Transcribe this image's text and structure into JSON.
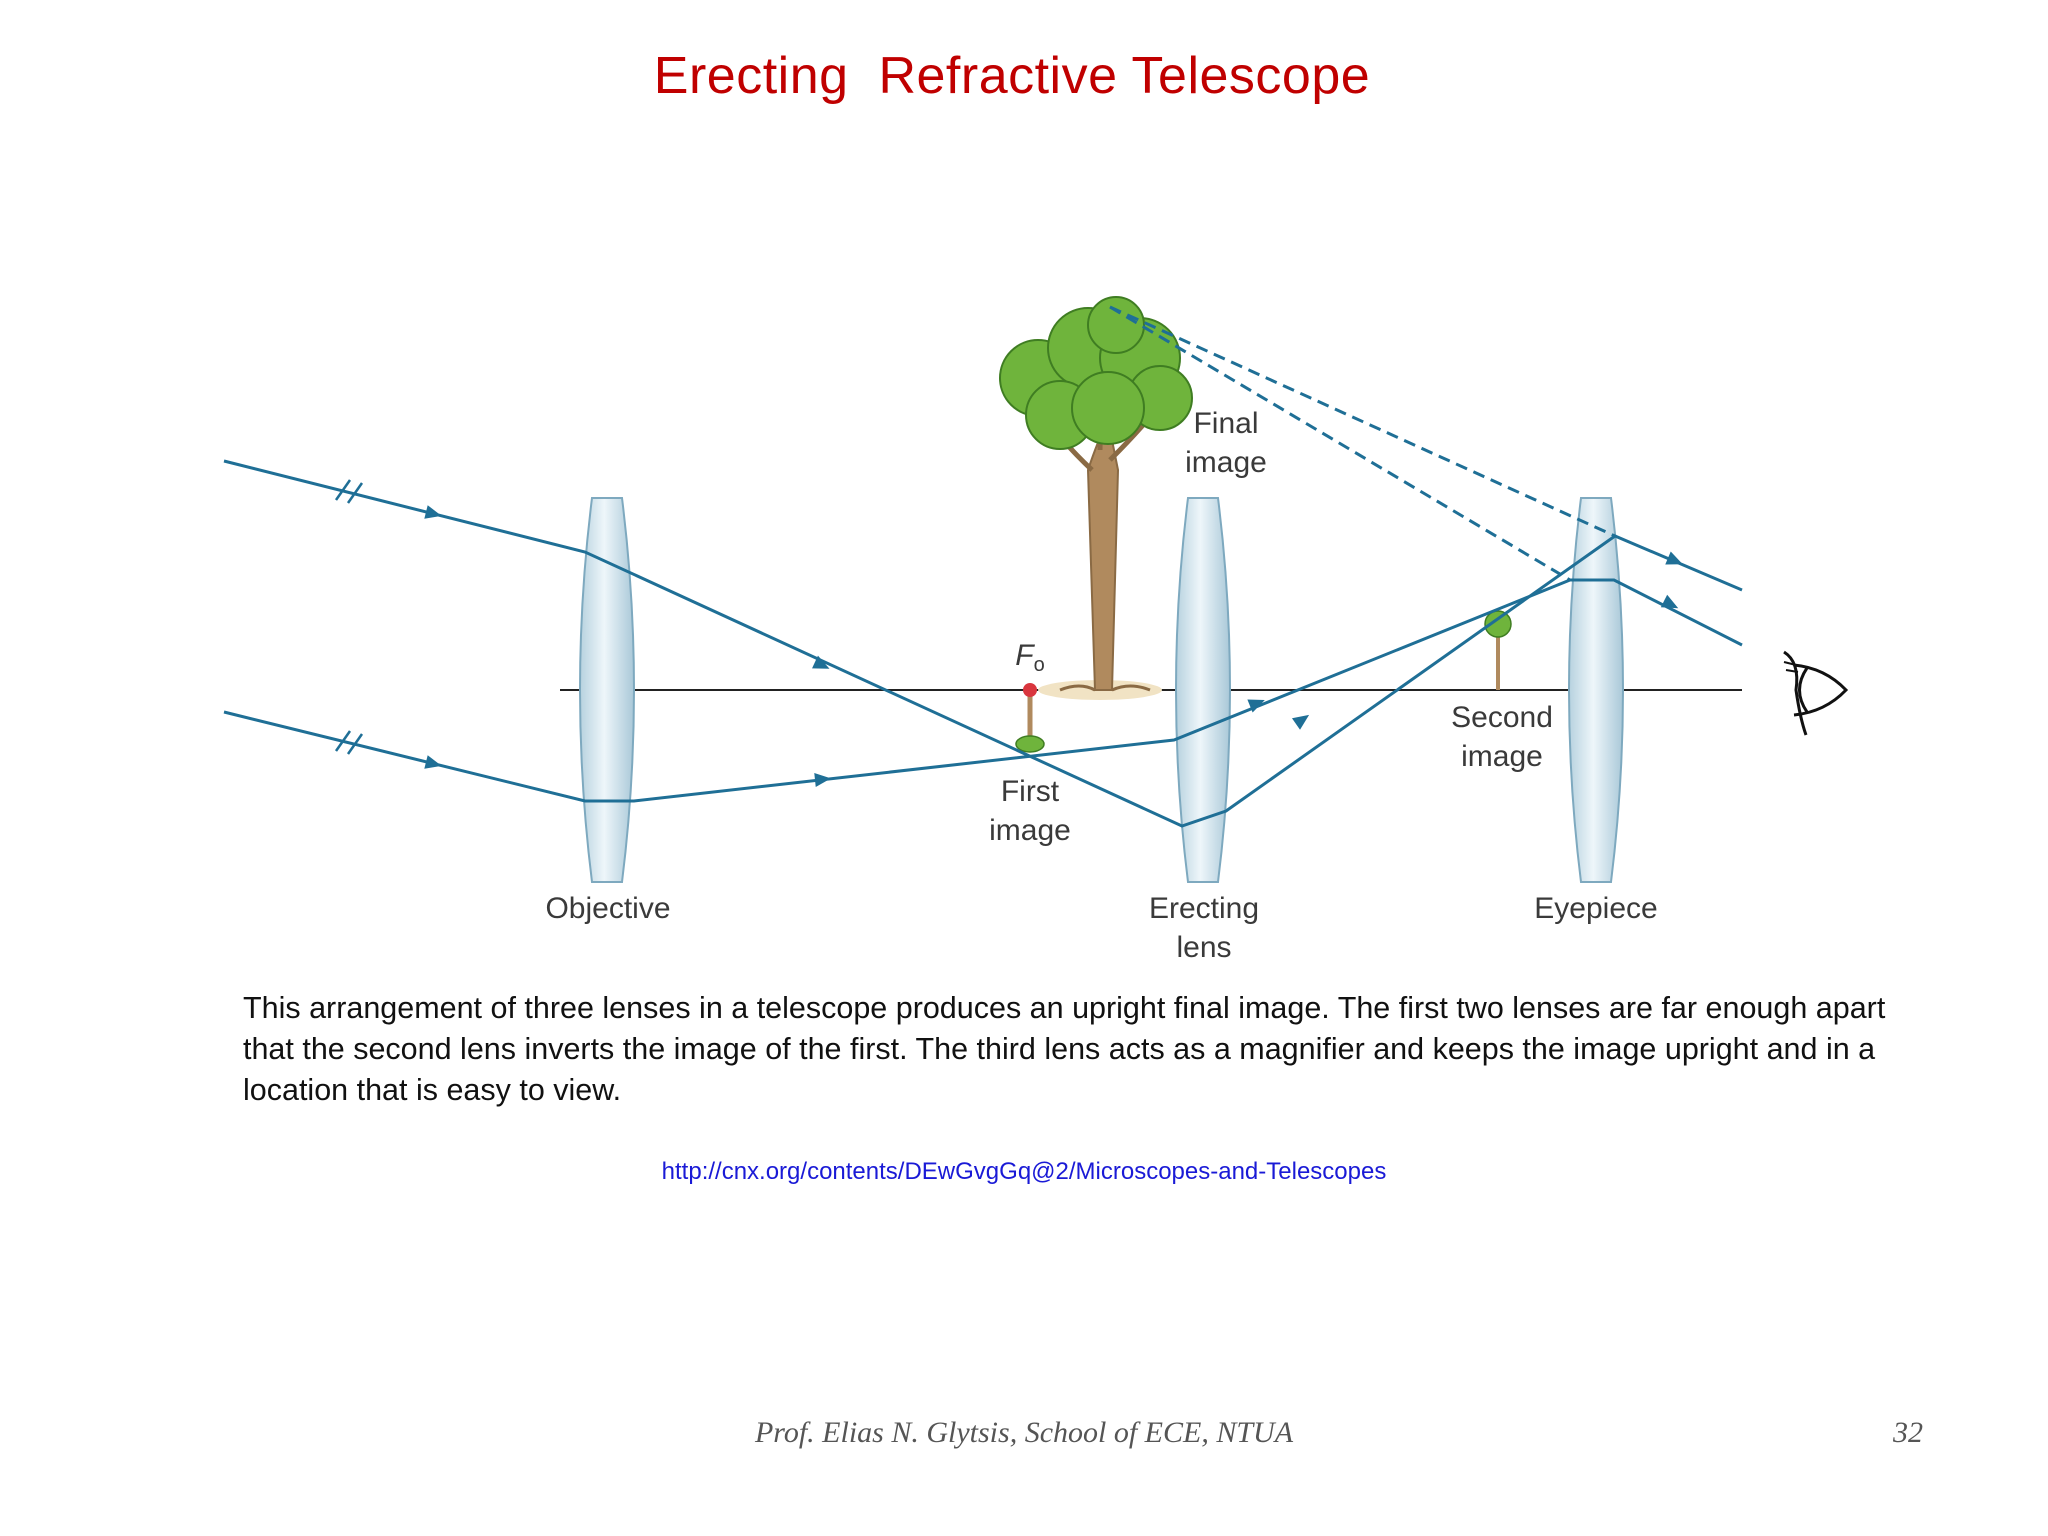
{
  "slide": {
    "title": "Erecting  Refractive Telescope"
  },
  "diagram": {
    "labels": {
      "fo_symbol": "F",
      "fo_subscript": "o",
      "final_image_line1": "Final",
      "final_image_line2": "image",
      "first_image_line1": "First",
      "first_image_line2": "image",
      "second_image_line1": "Second",
      "second_image_line2": "image",
      "objective": "Objective",
      "erecting_line1": "Erecting",
      "erecting_line2": "lens",
      "eyepiece": "Eyepiece"
    },
    "colors": {
      "ray": "#1f6f96",
      "lens_fill": "#c6dbe6",
      "lens_edge": "#7ea9bf",
      "focal_point": "#d9363e",
      "foliage": "#6fb43c",
      "trunk": "#b08a5e"
    }
  },
  "caption": "This arrangement of three lenses in a telescope produces an upright final image. The first two lenses are far enough apart that the second lens inverts the image of the first. The third lens acts as a magnifier and keeps the image upright and in a location that is easy to view.",
  "source_link": "http://cnx.org/contents/DEwGvgGq@2/Microscopes-and-Telescopes",
  "footer": {
    "author": "Prof. Elias N. Glytsis, School of ECE, NTUA",
    "page_number": "32"
  }
}
